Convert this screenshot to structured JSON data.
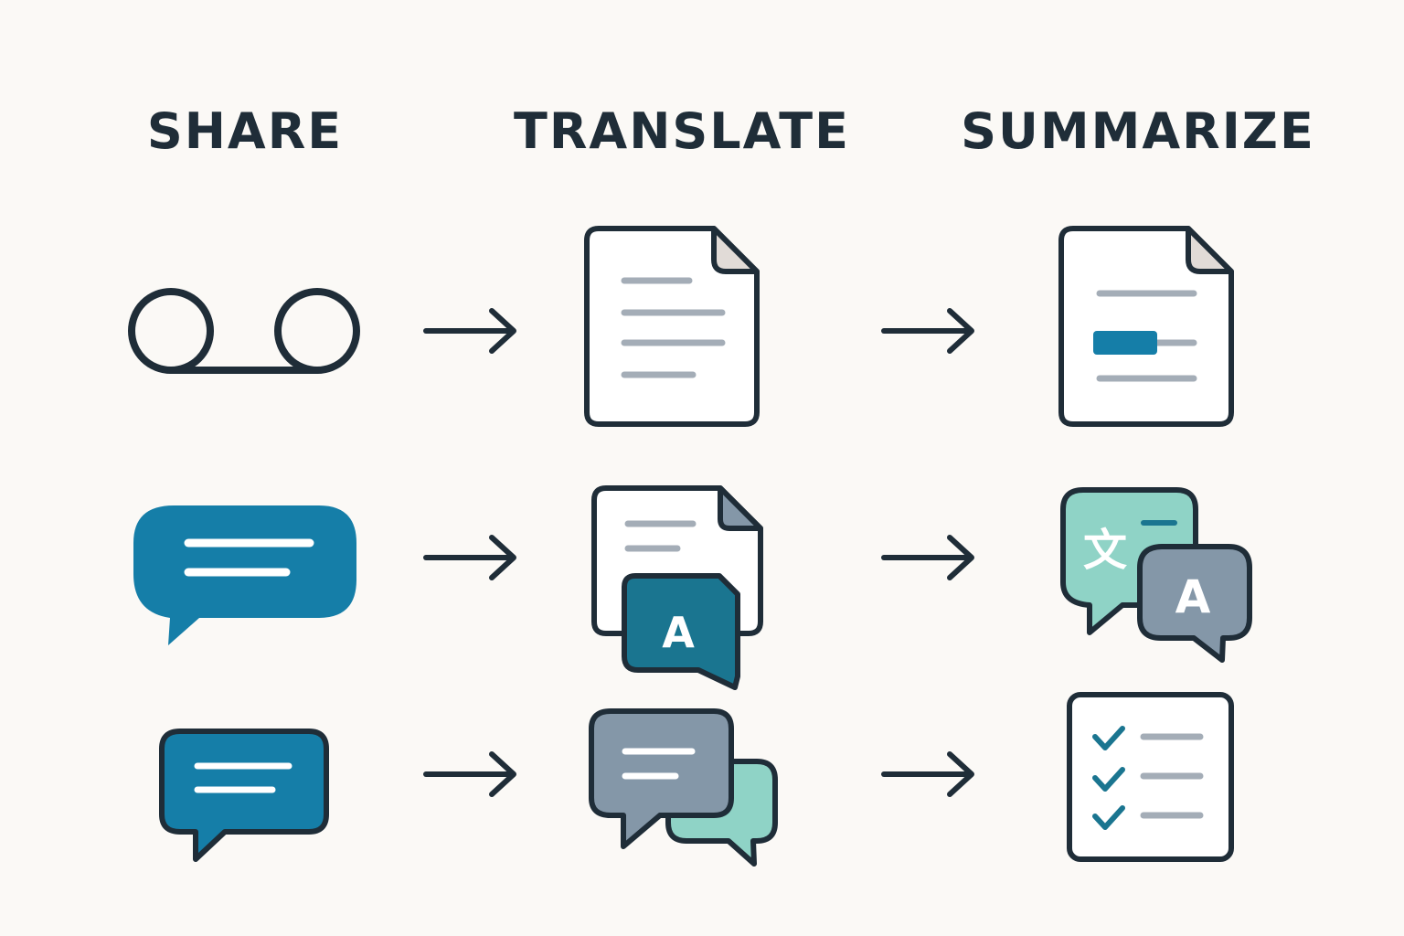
{
  "headings": {
    "share": "SHARE",
    "translate": "TRANSLATE",
    "summarize": "SUMMARIZE"
  },
  "glyphs": {
    "letter_a": "A",
    "cjk_wen": "文"
  },
  "colors": {
    "background": "#fbf9f6",
    "ink": "#1f2d38",
    "blue": "#157ea8",
    "teal": "#1a7590",
    "slate": "#8497a8",
    "mint": "#8fd3c6",
    "line_gray": "#a4adb7",
    "corner": "#e1dbd7"
  }
}
